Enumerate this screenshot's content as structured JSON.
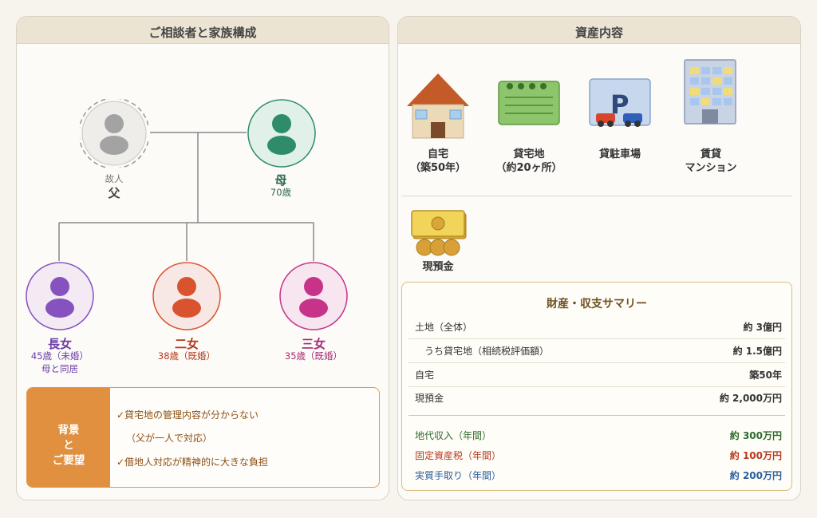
{
  "left_panel": {
    "title": "ご相談者と家族構成",
    "father": {
      "tag": "故人",
      "name": "父"
    },
    "mother": {
      "name": "母",
      "age": "70歳"
    },
    "children": [
      {
        "name": "長女",
        "detail": "45歳（未婚）",
        "detail2": "母と同居"
      },
      {
        "name": "二女",
        "detail": "38歳（既婚）"
      },
      {
        "name": "三女",
        "detail": "35歳（既婚）"
      }
    ],
    "background": {
      "title_lines": [
        "背景",
        "と",
        "ご要望"
      ],
      "items": [
        "✓貸宅地の管理内容が分からない",
        "（父が一人で対応）",
        "✓借地人対応が精神的に大きな負担"
      ]
    }
  },
  "colors": {
    "father": "#9a9a9a",
    "mother": "#2e8c6a",
    "eldest": "#8552bf",
    "second": "#d9532e",
    "third": "#c8338a",
    "orange": "#e0903f",
    "green_text": "#2e6a2c",
    "red_text": "#b53a1f",
    "blue_text": "#2b5f9e"
  },
  "right_panel": {
    "title": "資産内容",
    "assets": [
      {
        "icon": "house-icon",
        "line1": "自宅",
        "line2": "（築50年）"
      },
      {
        "icon": "land-lot-icon",
        "line1": "貸宅地",
        "line2": "（約20ヶ所）"
      },
      {
        "icon": "parking-icon",
        "line1": "貸駐車場",
        "line2": ""
      },
      {
        "icon": "apartment-icon",
        "line1": "賃貸",
        "line2": "マンション"
      },
      {
        "icon": "cash-icon",
        "line1": "現預金",
        "line2": ""
      }
    ],
    "summary": {
      "title": "財産・収支サマリー",
      "rows": [
        {
          "label": "土地（全体）",
          "value": "約 3億円"
        },
        {
          "label": "うち貸宅地（相続税評価額）",
          "value": "約 1.5億円"
        },
        {
          "label": "自宅",
          "value": "築50年"
        },
        {
          "label": "現預金",
          "value": "約 2,000万円"
        }
      ],
      "flows": [
        {
          "label": "地代収入（年間）",
          "value": "約 300万円"
        },
        {
          "label": "固定資産税（年間）",
          "value": "約 100万円"
        },
        {
          "label": "実質手取り（年間）",
          "value": "約 200万円"
        }
      ]
    }
  }
}
